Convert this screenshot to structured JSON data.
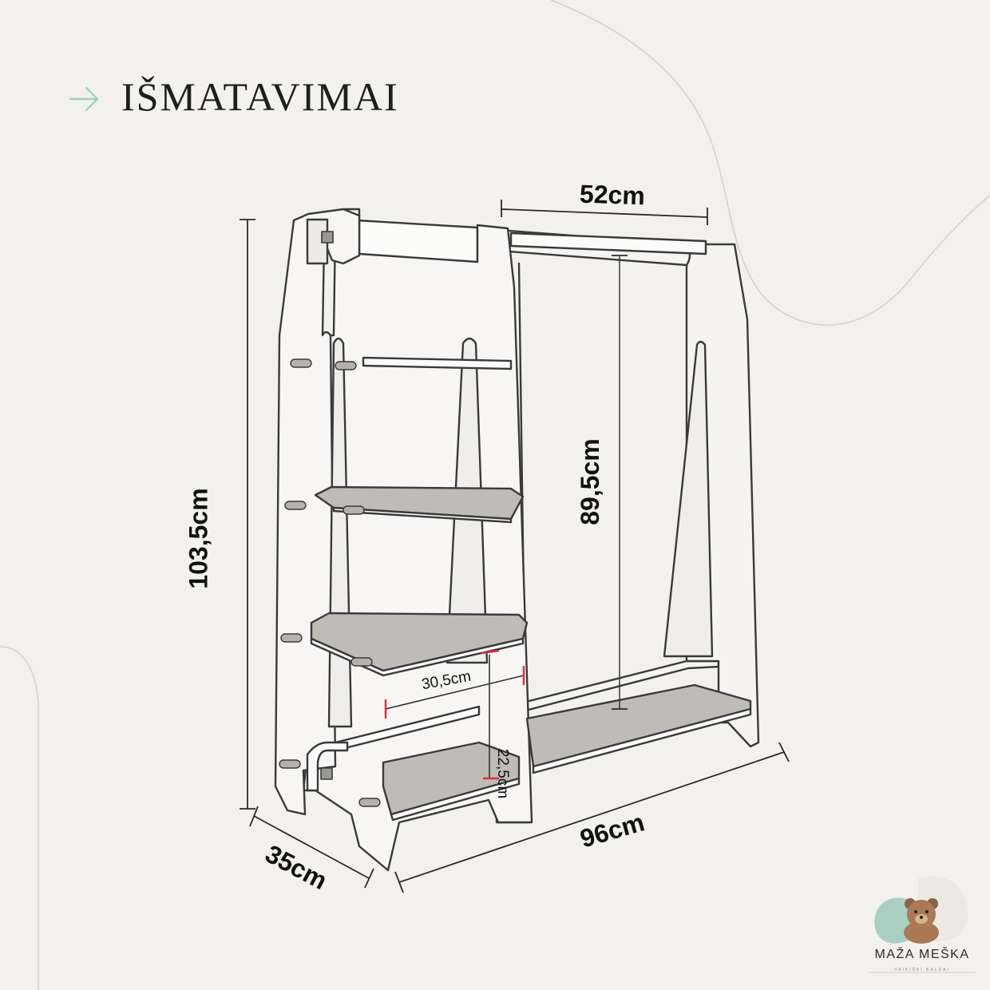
{
  "title": "IŠMATAVIMAI",
  "dimensions": {
    "rail_width": "52cm",
    "total_height": "103,5cm",
    "hanging_height": "89,5cm",
    "shelf_width": "30,5cm",
    "shelf_gap": "22,5cm",
    "total_width": "96cm",
    "depth": "35cm"
  },
  "brand": {
    "name": "MAŽA MEŠKA",
    "tagline": "VAIKIŠKI BALDAI"
  },
  "colors": {
    "background": "#f3f1ed",
    "line": "#3a3a3a",
    "shelf": "#bfbcb8",
    "measure_red": "#d6303e",
    "accent_teal": "#a9cfc3",
    "decor_line": "#d9cdc6"
  }
}
